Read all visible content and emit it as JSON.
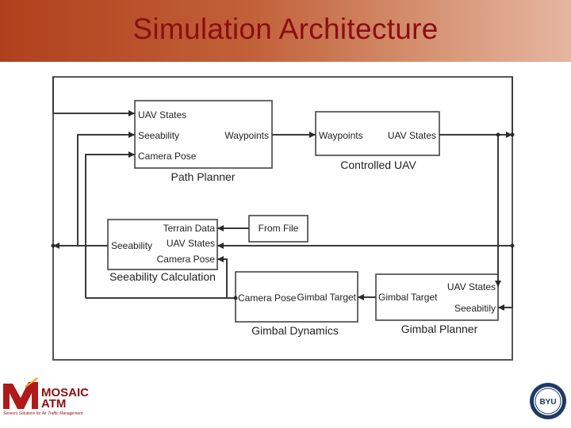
{
  "slide": {
    "title": "Simulation Architecture"
  },
  "blocks": {
    "path_planner": {
      "caption": "Path Planner",
      "inputs": [
        "UAV States",
        "Seeability",
        "Camera Pose"
      ],
      "outputs": [
        "Waypoints"
      ]
    },
    "controlled_uav": {
      "caption": "Controlled UAV",
      "inputs": [
        "Waypoints"
      ],
      "outputs": [
        "UAV States"
      ]
    },
    "from_file": {
      "caption": "From File"
    },
    "seeability_calculation": {
      "caption": "Seeability Calculation",
      "inputs": [
        "Terrain Data",
        "UAV States",
        "Camera Pose"
      ],
      "outputs": [
        "Seeability"
      ]
    },
    "gimbal_dynamics": {
      "caption": "Gimbal Dynamics",
      "inputs": [
        "Gimbal Target"
      ],
      "outputs": [
        "Camera Pose"
      ]
    },
    "gimbal_planner": {
      "caption": "Gimbal Planner",
      "inputs": [
        "UAV States",
        "Seeabitily"
      ],
      "outputs": [
        "Gimbal Target"
      ]
    }
  },
  "logos": {
    "left": {
      "line1": "MOSAIC",
      "line2": "ATM",
      "tagline": "Sensors Solutions for Air Traffic Management"
    },
    "right": {
      "text": "BYU"
    }
  },
  "colors": {
    "header_start": "#b0401d",
    "header_end": "#e6b6a0",
    "title": "#8b0e12",
    "line": "#3a3a3a"
  }
}
